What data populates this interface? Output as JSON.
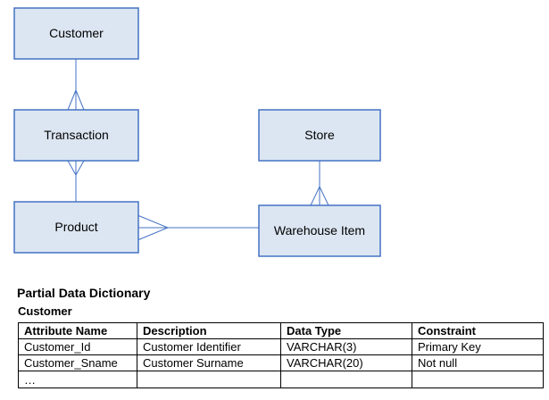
{
  "diagram": {
    "entities": {
      "customer": "Customer",
      "transaction": "Transaction",
      "product": "Product",
      "store": "Store",
      "warehouse_item": "Warehouse Item"
    }
  },
  "dictionary": {
    "title": "Partial Data Dictionary",
    "entity": "Customer",
    "columns": [
      "Attribute Name",
      "Description",
      "Data Type",
      "Constraint"
    ],
    "rows": [
      [
        "Customer_Id",
        "Customer Identifier",
        "VARCHAR(3)",
        "Primary Key"
      ],
      [
        "Customer_Sname",
        "Customer Surname",
        "VARCHAR(20)",
        "Not null"
      ],
      [
        "…",
        "",
        "",
        ""
      ]
    ]
  }
}
